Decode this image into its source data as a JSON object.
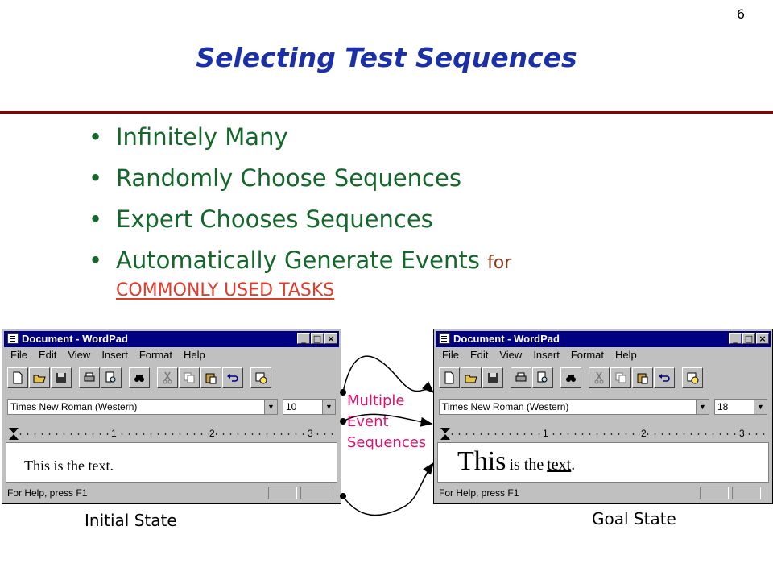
{
  "slide": {
    "number": "6",
    "title": "Selecting Test Sequences",
    "bullets": [
      {
        "text": "Infinitely Many"
      },
      {
        "text": "Randomly Choose Sequences"
      },
      {
        "text": "Expert Chooses Sequences"
      },
      {
        "text": "Automatically Generate Events",
        "small": "for",
        "tasks": "COMMONLY USED TASKS"
      }
    ]
  },
  "left_window": {
    "title": "Document - WordPad",
    "menu": [
      "File",
      "Edit",
      "View",
      "Insert",
      "Format",
      "Help"
    ],
    "font": "Times New Roman (Western)",
    "size": "10",
    "ruler": [
      "1",
      "2",
      "3"
    ],
    "doc_text": "This is the text.",
    "status": "For Help, press F1"
  },
  "right_window": {
    "title": "Document - WordPad",
    "menu": [
      "File",
      "Edit",
      "View",
      "Insert",
      "Format",
      "Help"
    ],
    "font": "Times New Roman (Western)",
    "size": "18",
    "ruler": [
      "1",
      "2",
      "3"
    ],
    "doc_text": {
      "w1": "This",
      "w2": "is the",
      "w3": "text",
      "w4": "."
    },
    "status": "For Help, press F1"
  },
  "labels": {
    "initial": "Initial State",
    "goal": "Goal State",
    "middle": [
      "Multiple",
      "Event",
      "Sequences"
    ]
  },
  "colors": {
    "title": "#1a2fa8",
    "bullet": "#14672b",
    "tasks": "#e03c2c",
    "middle": "#e0106e",
    "rule": "#8b0000",
    "titlebar": "#000080"
  }
}
